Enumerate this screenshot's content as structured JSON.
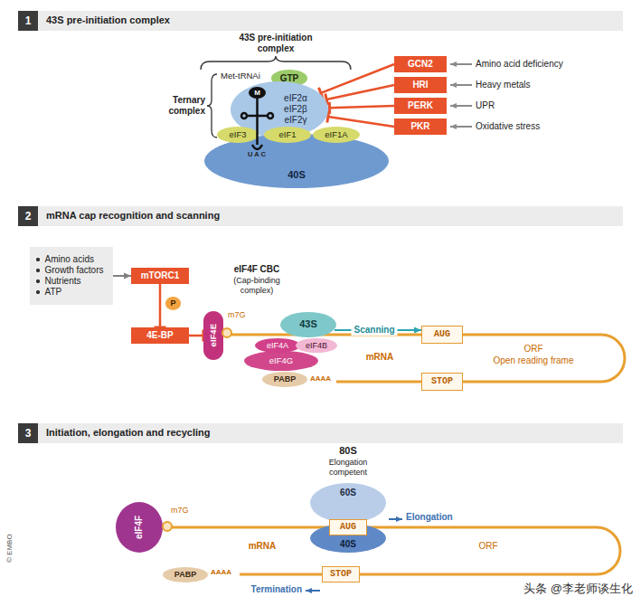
{
  "diagram": {
    "nodes": [
      {
        "text": [
          "1",
          "43S pre-initiation complex"
        ]
      },
      {
        "text": [
          "GTP"
        ]
      },
      {
        "text": [
          "M"
        ]
      },
      {
        "text": [
          "eIF2α",
          "eIF2β",
          "eIF2γ"
        ]
      },
      {
        "text": [
          "eIF3"
        ]
      },
      {
        "text": [
          "eIF1"
        ]
      },
      {
        "text": [
          "eIF1A"
        ]
      },
      {
        "text": [
          "40S"
        ]
      },
      {
        "text": [
          "GCN2"
        ]
      },
      {
        "text": [
          "HRI"
        ]
      },
      {
        "text": [
          "PERK"
        ]
      },
      {
        "text": [
          "PKR"
        ]
      },
      {
        "text": [
          "2",
          "mRNA cap recognition and scanning"
        ]
      },
      {
        "text": [
          "Amino acids",
          "Growth factors",
          "Nutrients",
          "ATP"
        ]
      },
      {
        "text": [
          "mTORC1"
        ]
      },
      {
        "text": [
          "P"
        ]
      },
      {
        "text": [
          "4E-BP"
        ]
      },
      {
        "text": [
          "eIF4E"
        ]
      },
      {
        "text": [
          "43S"
        ]
      },
      {
        "text": [
          "eIF4A"
        ]
      },
      {
        "text": [
          "eIF4B"
        ]
      },
      {
        "text": [
          "eIF4G"
        ]
      },
      {
        "text": [
          "PABP"
        ]
      },
      {
        "text": [
          "AUG"
        ]
      },
      {
        "text": [
          "STOP"
        ]
      },
      {
        "text": [
          "3",
          "Initiation, elongation and recycling"
        ]
      },
      {
        "text": [
          "eIF4F"
        ]
      },
      {
        "text": [
          "60S"
        ]
      },
      {
        "text": [
          "40S"
        ]
      },
      {
        "text": [
          "AUG"
        ]
      },
      {
        "text": [
          "PABP"
        ]
      },
      {
        "text": [
          "STOP"
        ]
      }
    ],
    "edges": [
      {
        "from": 8,
        "to": 3,
        "arrow": "to"
      },
      {
        "from": 9,
        "to": 3,
        "arrow": "to"
      },
      {
        "from": 10,
        "to": 3,
        "arrow": "to"
      },
      {
        "from": 11,
        "to": 3,
        "arrow": "to"
      },
      {
        "from": 13,
        "to": 14,
        "arrow": "to"
      },
      {
        "from": 14,
        "to": 16,
        "arrow": "to"
      },
      {
        "from": 16,
        "to": 17,
        "arrow": "to"
      },
      {
        "from": 18,
        "to": 23,
        "label": "Scanning",
        "arrow": "to"
      }
    ],
    "labels": [
      "43S pre-initiation complex",
      "Ternary complex",
      "Met-tRNAi",
      "U A C",
      "Amino acid deficiency",
      "Heavy metals",
      "UPR",
      "Oxidative stress",
      "eIF4F CBC",
      "(Cap-binding complex)",
      "m7G",
      "ORF",
      "Open reading frame",
      "mRNA",
      "AAAA",
      "80S",
      "Elongation competent",
      "m7G",
      "Elongation",
      "ORF",
      "mRNA",
      "AAAA",
      "Termination",
      "© EMBO",
      "头条 @李老师谈生化"
    ]
  }
}
